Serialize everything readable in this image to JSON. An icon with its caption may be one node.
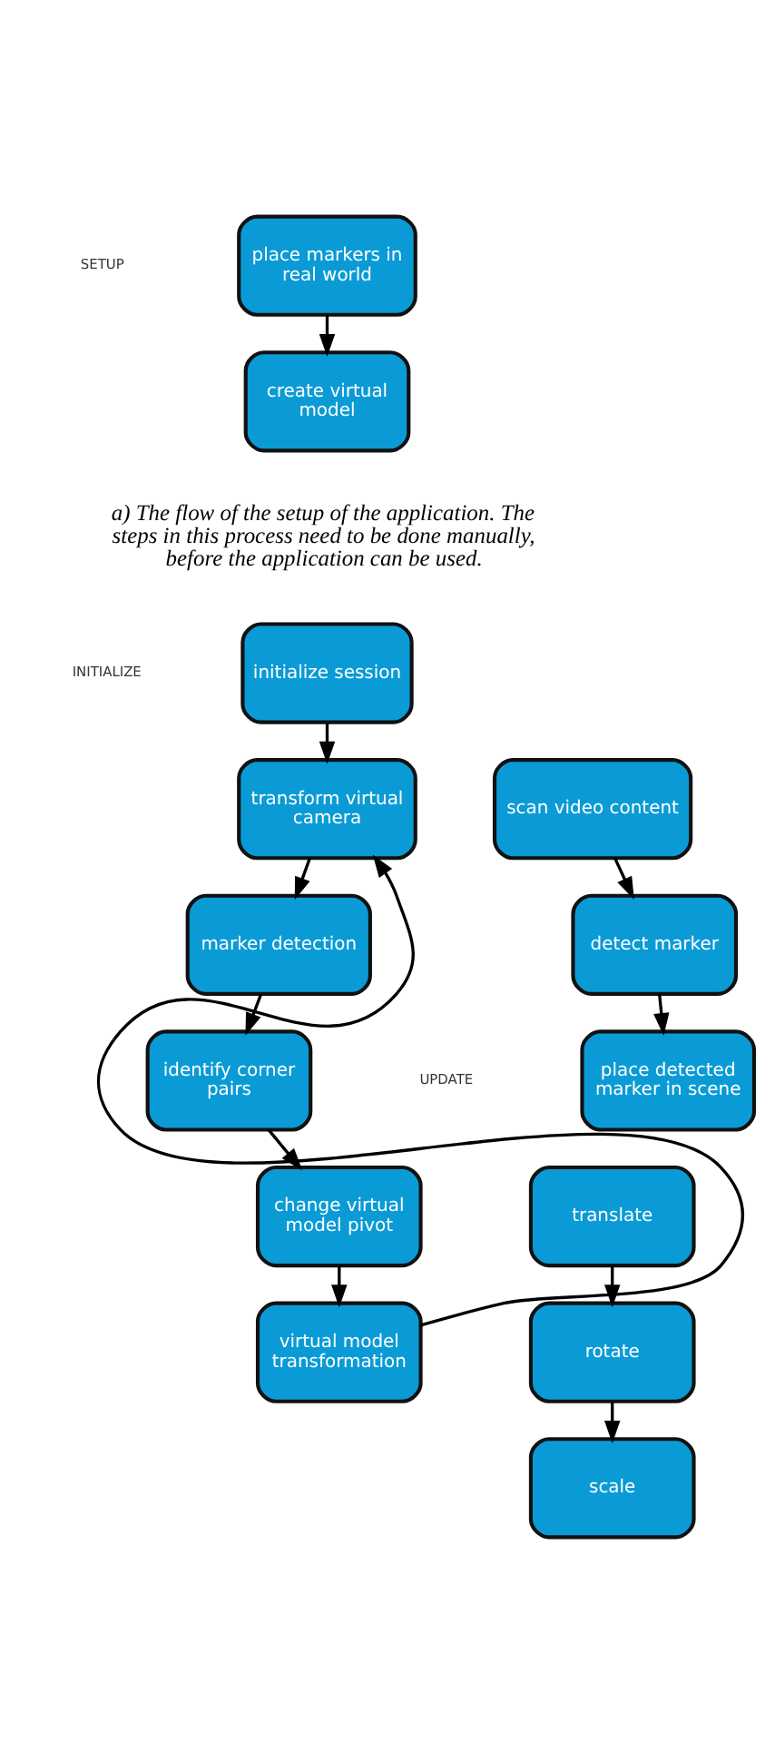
{
  "diagram": {
    "nodes": [
      {
        "text": [
          "place markers in real world"
        ]
      },
      {
        "text": [
          "create virtual model"
        ]
      },
      {
        "text": [
          "initialize session"
        ]
      },
      {
        "text": [
          "transform virtual camera"
        ]
      },
      {
        "text": [
          "marker detection"
        ]
      },
      {
        "text": [
          "identify corner pairs"
        ]
      },
      {
        "text": [
          "change virtual model pivot"
        ]
      },
      {
        "text": [
          "virtual model transformation"
        ]
      },
      {
        "text": [
          "scan video content"
        ]
      },
      {
        "text": [
          "detect marker"
        ]
      },
      {
        "text": [
          "place detected marker in scene"
        ]
      },
      {
        "text": [
          "translate"
        ]
      },
      {
        "text": [
          "rotate"
        ]
      },
      {
        "text": [
          "scale"
        ]
      }
    ],
    "edges": [
      {
        "from": 0,
        "to": 1,
        "arrow": "to"
      },
      {
        "from": 2,
        "to": 3,
        "arrow": "to"
      },
      {
        "from": 3,
        "to": 4,
        "arrow": "to"
      },
      {
        "from": 4,
        "to": 5,
        "arrow": "to"
      },
      {
        "from": 5,
        "to": 6,
        "arrow": "to"
      },
      {
        "from": 6,
        "to": 7,
        "arrow": "to"
      },
      {
        "from": 7,
        "to": 3,
        "arrow": "to"
      },
      {
        "from": 8,
        "to": 9,
        "arrow": "to"
      },
      {
        "from": 9,
        "to": 10,
        "arrow": "to"
      },
      {
        "from": 11,
        "to": 12,
        "arrow": "to"
      },
      {
        "from": 12,
        "to": 13,
        "arrow": "to"
      }
    ],
    "labels": [
      "SETUP",
      "a) The flow of the setup of the application. The steps in this process need to be done manually, before the application can be used.",
      "INITIALIZE",
      "UPDATE"
    ]
  }
}
